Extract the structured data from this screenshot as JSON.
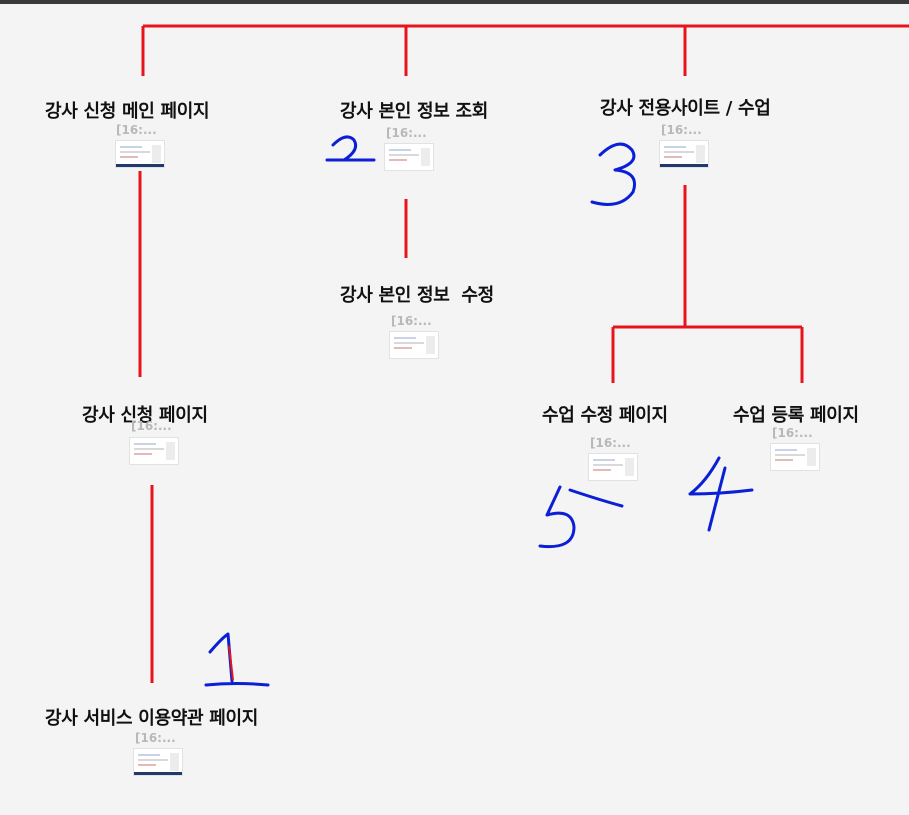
{
  "nodes": [
    {
      "title": "강사 신청 메인 페이지",
      "timestamp": "[16:..."
    },
    {
      "title": "강사 본인 정보 조회",
      "timestamp": "[16:..."
    },
    {
      "title": "강사 전용사이트 / 수업",
      "timestamp": "[16:..."
    },
    {
      "title": "강사 본인 정보  수정",
      "timestamp": "[16:..."
    },
    {
      "title": "강사 신청 페이지",
      "timestamp": "[16:..."
    },
    {
      "title": "수업 수정 페이지",
      "timestamp": "[16:..."
    },
    {
      "title": "수업 등록 페이지",
      "timestamp": "[16:..."
    },
    {
      "title": "강사 서비스 이용약관 페이지",
      "timestamp": "[16:..."
    }
  ],
  "annotations": [
    "1",
    "2",
    "3",
    "4",
    "5"
  ],
  "colors": {
    "connector": "#e8131b",
    "annotation": "#0a1fd6",
    "background": "#f4f4f4"
  }
}
